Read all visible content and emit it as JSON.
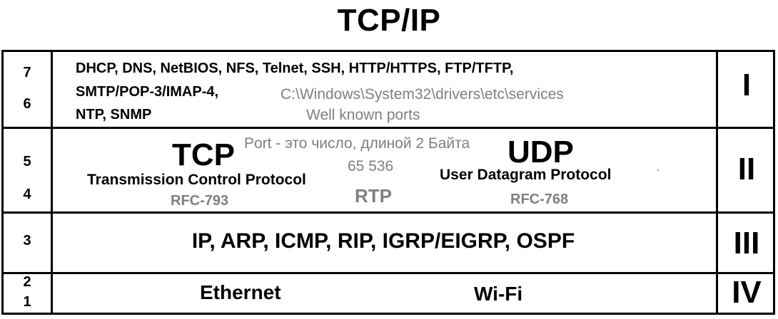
{
  "title": "TCP/IP",
  "layers": [
    {
      "numbers": [
        "7",
        "6"
      ],
      "roman": "I",
      "protocols": [
        "DHCP, DNS, NetBIOS, NFS, Telnet, SSH, HTTP/HTTPS, FTP/TFTP,",
        "SMTP/POP-3/IMAP-4,",
        "NTP, SNMP"
      ],
      "services_path": "C:\\Windows\\System32\\drivers\\etc\\services",
      "ports_note": "Well known ports"
    },
    {
      "numbers": [
        "5",
        "4"
      ],
      "roman": "II",
      "tcp": {
        "name": "TCP",
        "full": "Transmission Control Protocol",
        "rfc": "RFC-793"
      },
      "udp": {
        "name": "UDP",
        "full": "User Datagram Protocol",
        "rfc": "RFC-768"
      },
      "port_note": "Port - это число, длиной 2 Байта",
      "port_max": "65 536",
      "rtp": "RTP"
    },
    {
      "numbers": [
        "3"
      ],
      "roman": "III",
      "protocols": "IP, ARP, ICMP, RIP, IGRP/EIGRP, OSPF"
    },
    {
      "numbers": [
        "2",
        "1"
      ],
      "roman": "IV",
      "items": [
        "Ethernet",
        "Wi-Fi"
      ]
    }
  ]
}
